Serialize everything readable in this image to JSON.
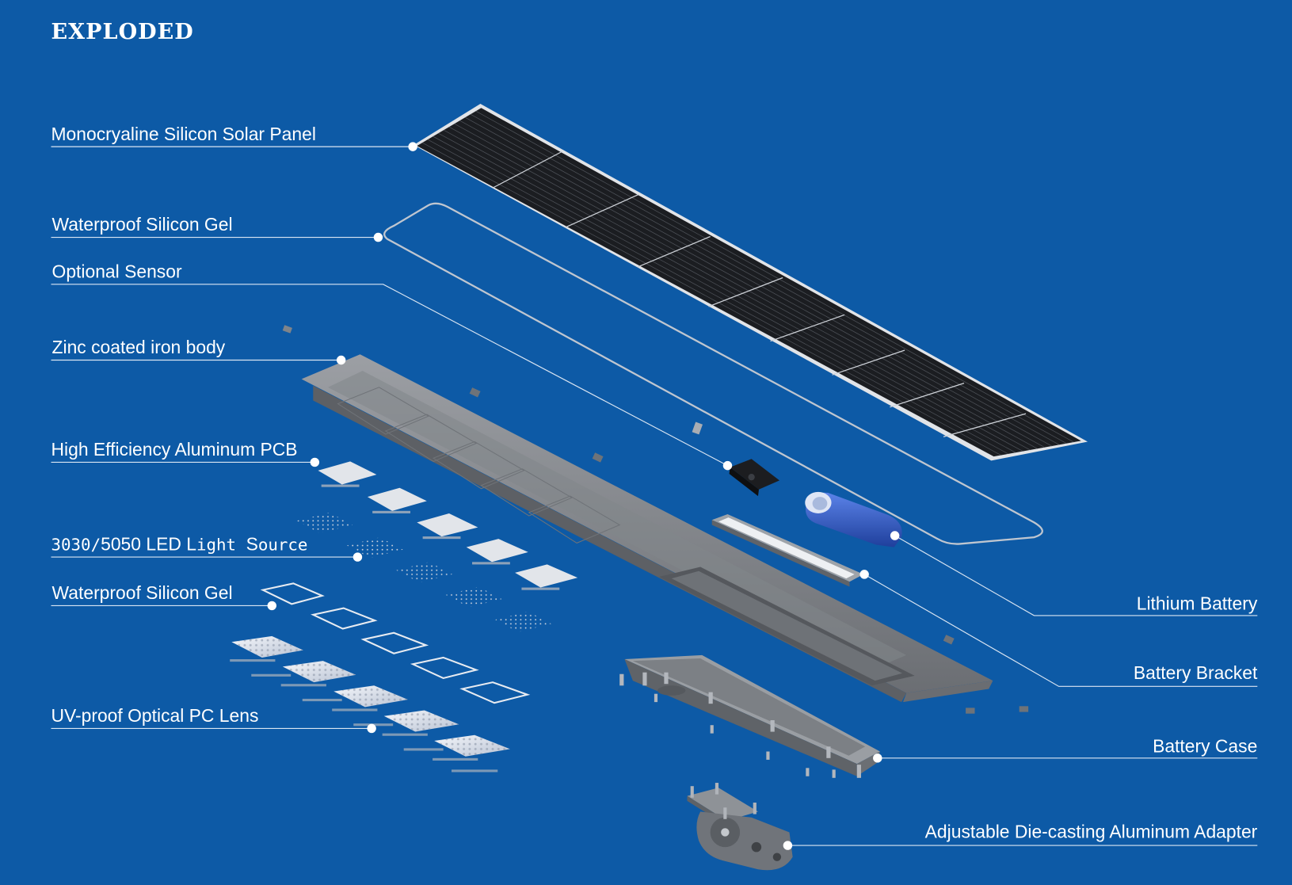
{
  "title": "EXPLODED",
  "labels": {
    "solar_panel": "Monocryaline Silicon Solar Panel",
    "silicon_gel_top": "Waterproof Silicon Gel",
    "optional_sensor": "Optional Sensor",
    "iron_body": "Zinc coated iron body",
    "aluminum_pcb": "High Efficiency Aluminum PCB",
    "led_source_a": "3030/",
    "led_source_b": "5050 LED ",
    "led_source_c": "L",
    "led_source_d": "ight ",
    "led_source_e": "S",
    "led_source_f": "ource",
    "silicon_gel_bottom": "Waterproof Silicon Gel",
    "pc_lens": "UV-proof Optical PC Lens",
    "lithium_battery": "Lithium Battery",
    "battery_bracket": "Battery Bracket",
    "battery_case": "Battery Case",
    "adapter": "Adjustable Die-casting Aluminum Adapter"
  },
  "colors": {
    "background": "#0d5aa6",
    "text": "#ffffff",
    "leader": "#dbe6f3",
    "panel": "#1b1d21",
    "body": "#8a8d92",
    "battery": "#2f57c8"
  }
}
